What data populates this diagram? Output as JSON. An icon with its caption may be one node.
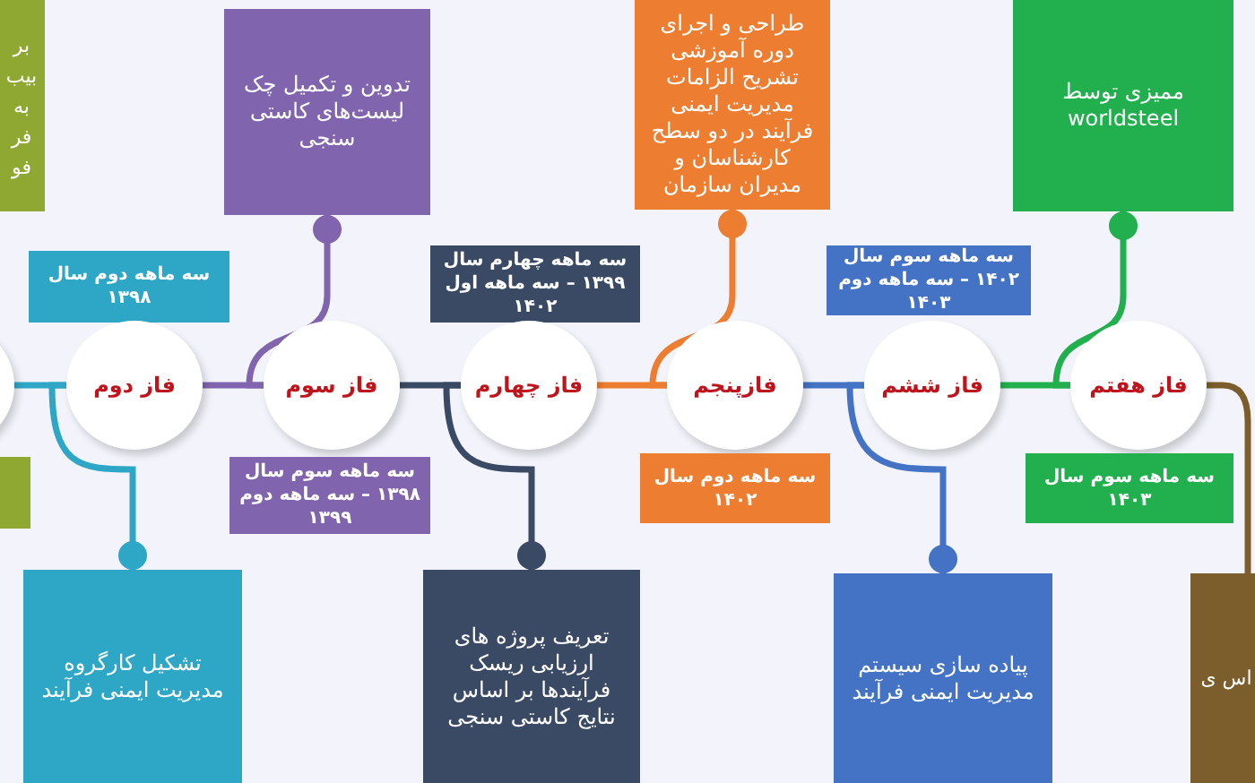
{
  "diagram": {
    "nodes": [
      {
        "text": [
          "بر بیب به فر فو"
        ]
      },
      {
        "text": [],
        "shape": "box"
      },
      {
        "text": [],
        "shape": "circle"
      },
      {
        "text": [
          "سه ماهه دوم سال ۱۳۹۸"
        ]
      },
      {
        "text": [
          "فاز دوم"
        ]
      },
      {
        "text": [
          "تشکیل کارگروه مدیریت ایمنی فرآیند"
        ]
      },
      {
        "text": [
          "تدوین و تکمیل چک لیست‌های کاستی سنجی"
        ]
      },
      {
        "text": [
          "فاز سوم"
        ]
      },
      {
        "text": [
          "سه ماهه سوم سال ۱۳۹۸ – سه ماهه دوم ۱۳۹۹"
        ]
      },
      {
        "text": [
          "سه ماهه چهارم سال ۱۳۹۹ – سه ماهه اول ۱۴۰۲"
        ]
      },
      {
        "text": [
          "فاز چهارم"
        ]
      },
      {
        "text": [
          "تعریف پروژه های ارزیابی ریسک فرآیندها بر اساس نتایج کاستی سنجی"
        ]
      },
      {
        "text": [
          "طراحی و اجرای دوره آموزشی تشریح الزامات مدیریت ایمنی فرآیند در دو سطح کارشناسان و مدیران سازمان"
        ]
      },
      {
        "text": [
          "فازپنجم"
        ]
      },
      {
        "text": [
          "سه ماهه دوم سال ۱۴۰۲"
        ]
      },
      {
        "text": [
          "سه ماهه سوم سال ۱۴۰۲ – سه ماهه دوم ۱۴۰۳"
        ]
      },
      {
        "text": [
          "فاز ششم"
        ]
      },
      {
        "text": [
          "پیاده سازی سیستم مدیریت ایمنی فرآیند"
        ]
      },
      {
        "text": [
          "ممیزی توسط worldsteel"
        ]
      },
      {
        "text": [
          "فاز هفتم"
        ]
      },
      {
        "text": [
          "سه ماهه سوم سال ۱۴۰۳"
        ]
      },
      {
        "text": [
          "اس ی"
        ]
      }
    ],
    "edges": [
      {
        "from": 2,
        "to": 4,
        "arrow": "none",
        "color": "#2ea7c6"
      },
      {
        "from": 4,
        "to": 5,
        "arrow": "other",
        "color": "#2ea7c6"
      },
      {
        "from": 4,
        "to": 7,
        "arrow": "none",
        "color": "#8064ae"
      },
      {
        "from": 7,
        "to": 6,
        "arrow": "other",
        "color": "#8064ae"
      },
      {
        "from": 7,
        "to": 10,
        "arrow": "none",
        "color": "#3b4a64"
      },
      {
        "from": 10,
        "to": 11,
        "arrow": "other",
        "color": "#3b4a64"
      },
      {
        "from": 10,
        "to": 13,
        "arrow": "none",
        "color": "#ed7d31"
      },
      {
        "from": 13,
        "to": 12,
        "arrow": "other",
        "color": "#ed7d31"
      },
      {
        "from": 13,
        "to": 16,
        "arrow": "none",
        "color": "#4472c4"
      },
      {
        "from": 16,
        "to": 17,
        "arrow": "other",
        "color": "#4472c4"
      },
      {
        "from": 16,
        "to": 19,
        "arrow": "none",
        "color": "#22b04f"
      },
      {
        "from": 19,
        "to": 18,
        "arrow": "other",
        "color": "#22b04f"
      },
      {
        "from": 19,
        "to": 21,
        "arrow": "none",
        "color": "#7b5e2b"
      }
    ]
  }
}
